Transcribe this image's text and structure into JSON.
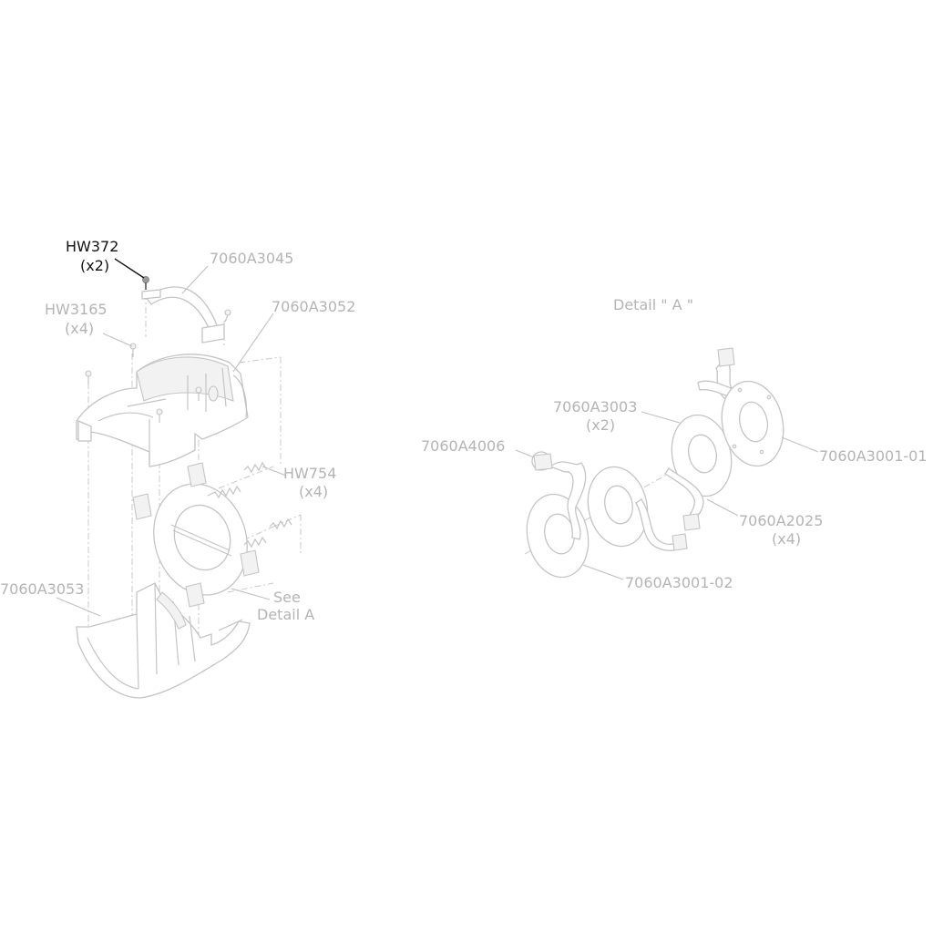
{
  "labels": {
    "hw372": "HW372",
    "hw372_qty": "(x2)",
    "p3045": "7060A3045",
    "hw3165": "HW3165",
    "hw3165_qty": "(x4)",
    "p3052": "7060A3052",
    "hw754": "HW754",
    "hw754_qty": "(x4)",
    "p3053": "7060A3053",
    "see": "See",
    "detail_a_ref": "Detail A",
    "detail_title": "Detail \" A \"",
    "p3003": "7060A3003",
    "p3003_qty": "(x2)",
    "p4006": "7060A4006",
    "p3001_01": "7060A3001-01",
    "p2025": "7060A2025",
    "p2025_qty": "(x4)",
    "p3001_02": "7060A3001-02"
  },
  "colors": {
    "line": "#c4c4c4",
    "label": "#b4b4b4",
    "highlight": "#111111"
  }
}
